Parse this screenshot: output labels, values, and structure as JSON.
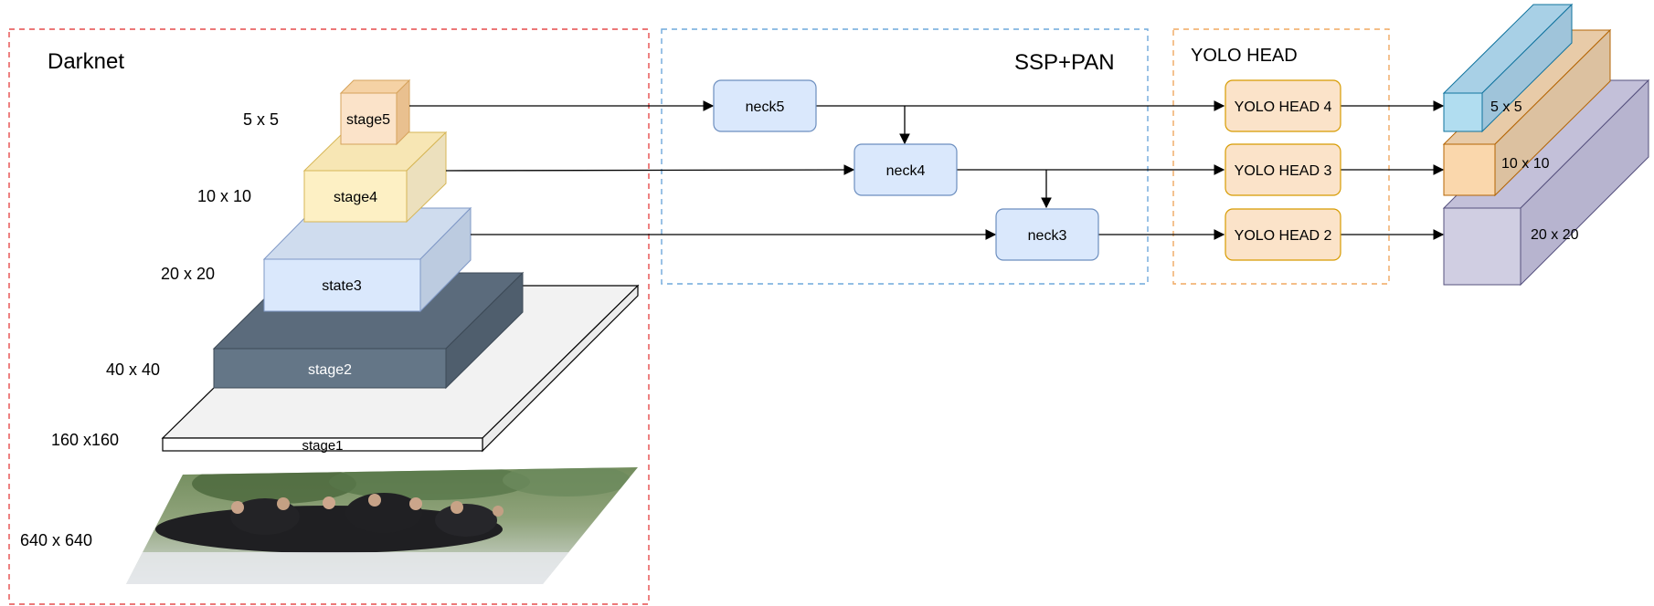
{
  "groups": {
    "backbone": {
      "label": "Darknet",
      "color": "#e64c4c"
    },
    "neck": {
      "label": "SSP+PAN",
      "color": "#6fa8dc"
    },
    "head": {
      "label": "YOLO HEAD",
      "color": "#f0a860"
    }
  },
  "backbone": {
    "stages": [
      {
        "name": "stage5",
        "size_label": "5 x 5",
        "face": "#fbe3c9",
        "top": "#f5d2a5",
        "side": "#e9c08f",
        "stroke": "#d6a35c"
      },
      {
        "name": "stage4",
        "size_label": "10 x 10",
        "face": "#fdf0c4",
        "top": "#f7e6b4",
        "side": "#ece0bd",
        "stroke": "#d6b656"
      },
      {
        "name": "state3",
        "size_label": "20 x 20",
        "face": "#dae8fc",
        "top": "#cfdcee",
        "side": "#bccbe0",
        "stroke": "#7f98c6"
      },
      {
        "name": "stage2",
        "size_label": "40 x 40",
        "face": "#647687",
        "top": "#5b6b7c",
        "side": "#4f5e6d",
        "stroke": "#3d4a57"
      },
      {
        "name": "stage1",
        "size_label": "160 x160",
        "face": "#ffffff",
        "top": "#f2f2f2",
        "side": "#e8e8e8",
        "stroke": "#000000"
      }
    ],
    "input": {
      "size_label": "640 x 640",
      "image_description_icon": "group-photo-image"
    }
  },
  "neck": {
    "nodes": [
      {
        "name": "neck5"
      },
      {
        "name": "neck4"
      },
      {
        "name": "neck3"
      }
    ],
    "node_fill": "#dae8fc",
    "node_stroke": "#6c8ebf"
  },
  "head": {
    "nodes": [
      {
        "name": "YOLO HEAD 4"
      },
      {
        "name": "YOLO HEAD 3"
      },
      {
        "name": "YOLO HEAD 2"
      }
    ],
    "node_fill": "#fbe3c9",
    "node_stroke": "#d79b00"
  },
  "outputs": [
    {
      "size_label": "5 x 5",
      "face": "#b1ddf0",
      "top": "#a8d0e6",
      "side": "#9fc4da",
      "stroke": "#10739e"
    },
    {
      "size_label": "10 x 10",
      "face": "#fad7ac",
      "top": "#e8cba8",
      "side": "#dcc1a0",
      "stroke": "#b46504"
    },
    {
      "size_label": "20 x 20",
      "face": "#d0cee2",
      "top": "#c3c0d9",
      "side": "#b7b4cf",
      "stroke": "#56517e"
    }
  ]
}
